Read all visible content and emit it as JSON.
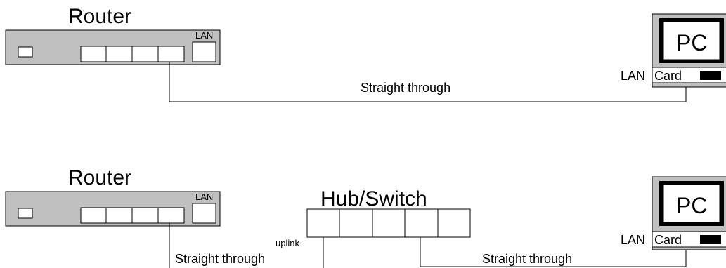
{
  "diagram1": {
    "router_label": "Router",
    "router_lan_label": "LAN",
    "pc_label": "PC",
    "pc_lan_label": "LAN",
    "pc_card_label": "Card",
    "cable_label": "Straight through"
  },
  "diagram2": {
    "router_label": "Router",
    "router_lan_label": "LAN",
    "hub_label": "Hub/Switch",
    "uplink_label": "uplink",
    "cable_left_label": "Straight through",
    "cable_right_label": "Straight through",
    "pc_label": "PC",
    "pc_lan_label": "LAN",
    "pc_card_label": "Card"
  },
  "colors": {
    "device_fill": "#c0c0c0",
    "line": "#000000",
    "background": "#ffffff"
  }
}
